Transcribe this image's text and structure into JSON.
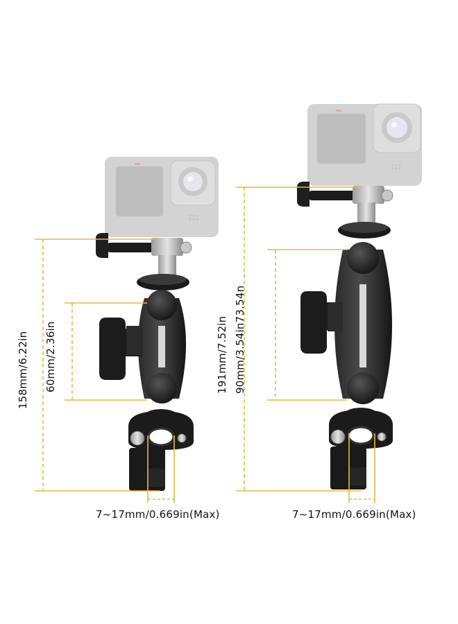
{
  "left_mount": {
    "total_height_label": "158mm/6.22in",
    "arm_height_label": "60mm/2.36in",
    "clamp_range_label": "7~17mm/0.669in(Max)"
  },
  "right_mount": {
    "total_height_label": "191mm/7.52in",
    "arm_height_label": "90mm/3.54in73.54n",
    "clamp_range_label": "7~17mm/0.669in(Max)"
  },
  "colors": {
    "dimension_line": "#E8B93A",
    "camera_body": "#D3D3D3",
    "mount_metal": "#1E1E1E",
    "text": "#111111"
  }
}
